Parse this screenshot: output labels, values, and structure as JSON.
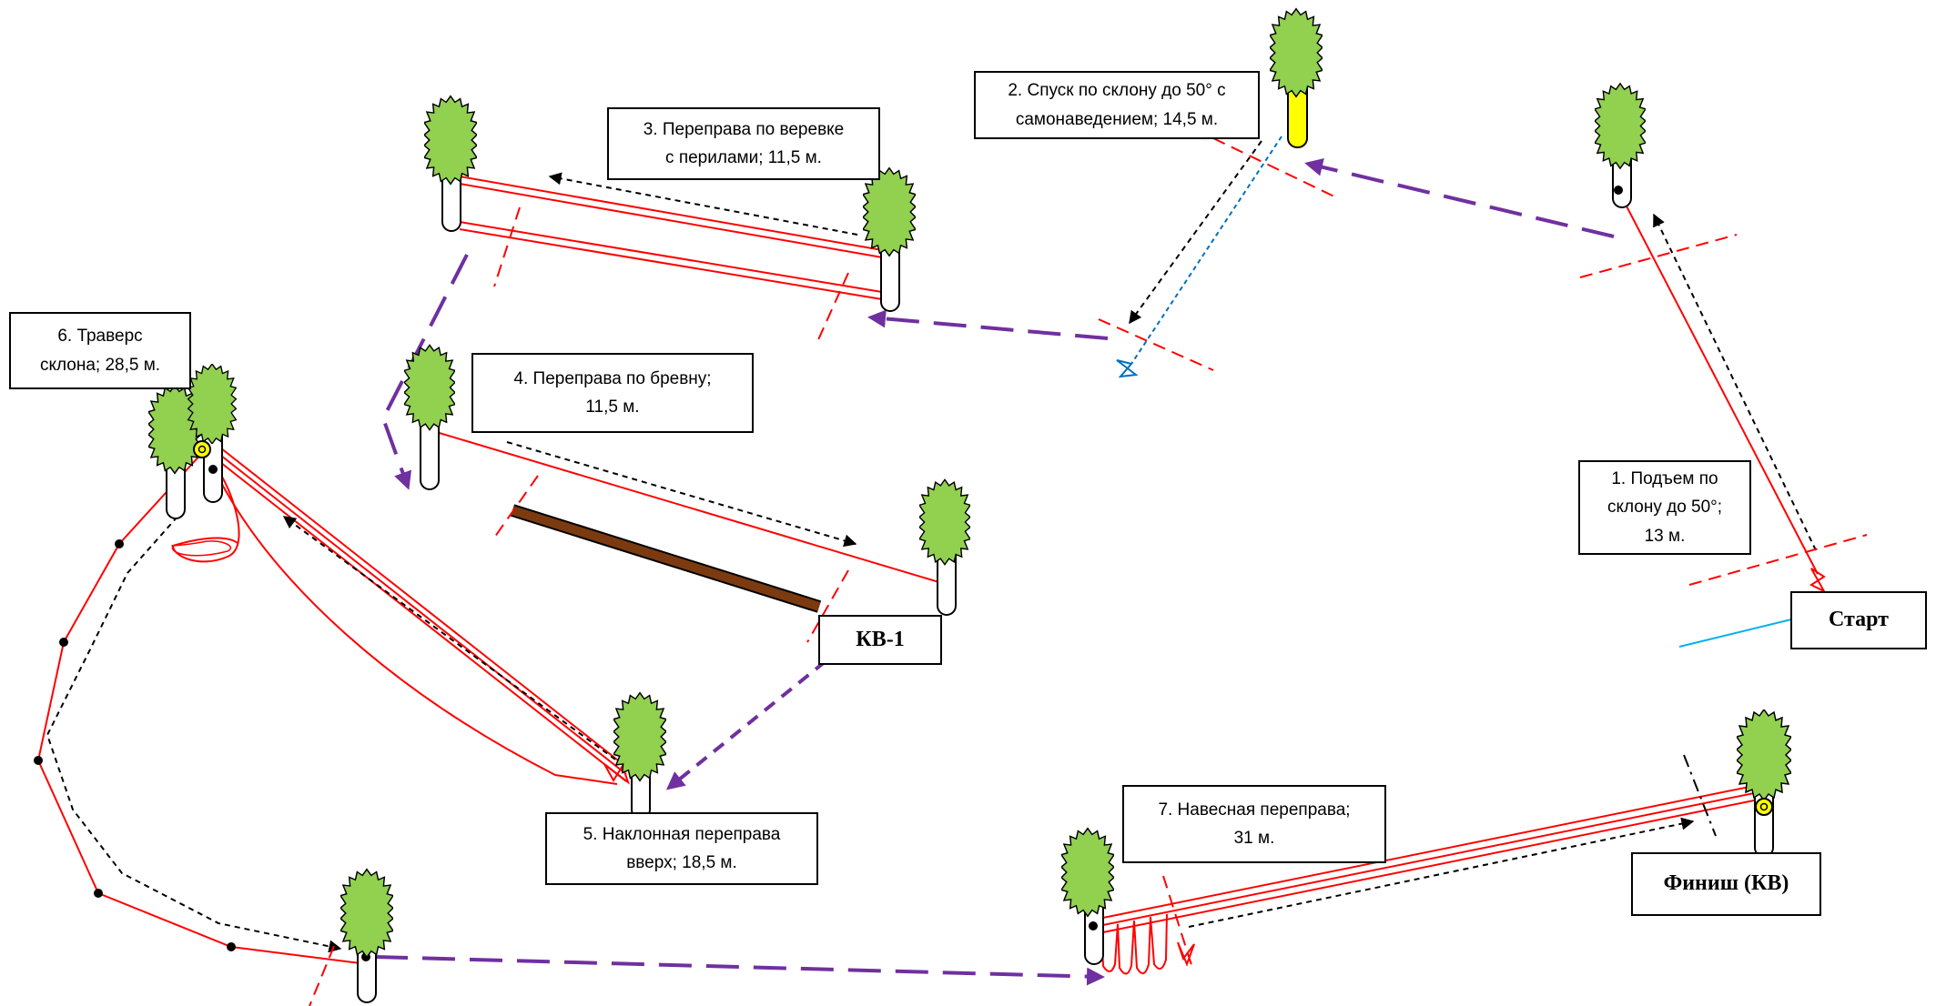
{
  "stages": [
    {
      "id": "s1",
      "lines": [
        "1. Подъем по",
        "склону до 50°;",
        "13 м."
      ]
    },
    {
      "id": "s2",
      "lines": [
        "2. Спуск по склону до 50° с",
        "самонаведением; 14,5 м."
      ]
    },
    {
      "id": "s3",
      "lines": [
        "3. Переправа по веревке",
        "с перилами; 11,5 м."
      ]
    },
    {
      "id": "s4",
      "lines": [
        "4. Переправа по бревну;",
        "11,5 м."
      ]
    },
    {
      "id": "s5",
      "lines": [
        "5. Наклонная переправа",
        "вверх; 18,5 м."
      ]
    },
    {
      "id": "s6",
      "lines": [
        "6. Траверс",
        "склона;  28,5 м."
      ]
    },
    {
      "id": "s7",
      "lines": [
        "7. Навесная переправа;",
        "31 м."
      ]
    }
  ],
  "labels": {
    "start": "Старт",
    "kv1": "КВ-1",
    "finish": "Финиш (КВ)"
  },
  "colors": {
    "rope": "#ff0000",
    "transition": "#7030a0",
    "movement": "#000000",
    "self_belay": "#0070c0",
    "tree_crown": "#92d050",
    "log": "#7b3a10",
    "carabiner": "#ffff00",
    "start_line": "#00b0f0"
  },
  "legend_icons": [
    "tree-icon",
    "log-icon",
    "carabiner-icon",
    "control-line-icon"
  ]
}
